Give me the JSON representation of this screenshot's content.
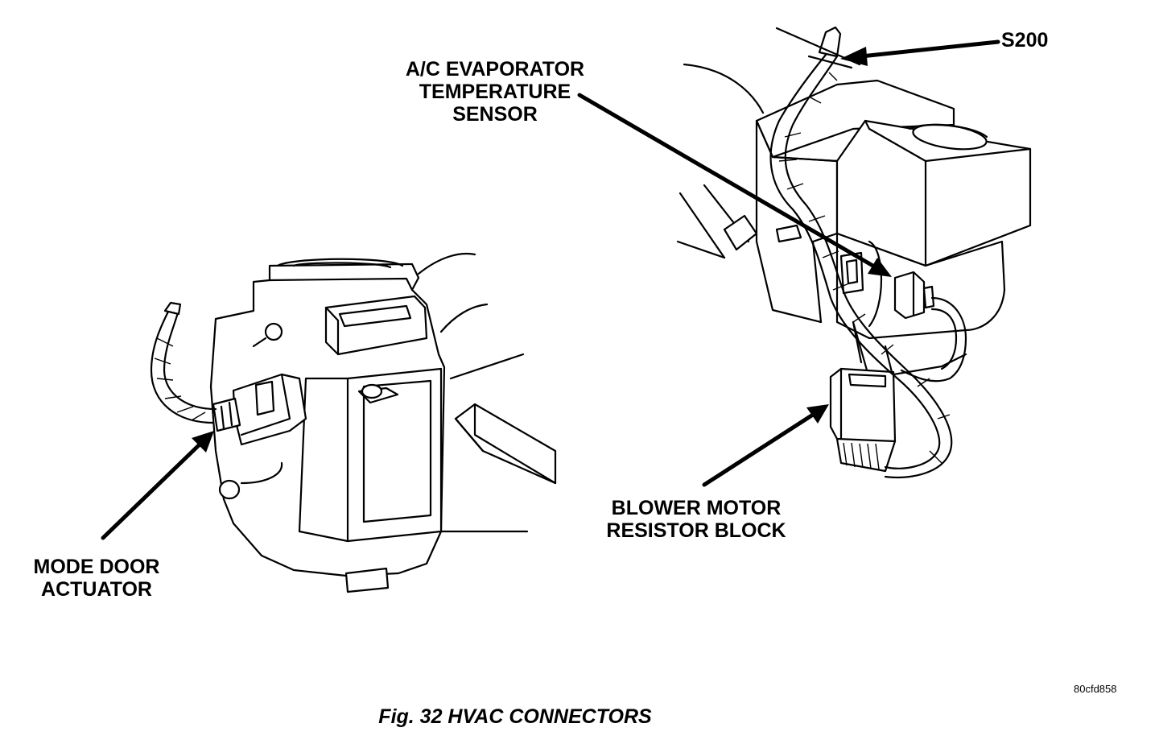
{
  "labels": {
    "s200": "S200",
    "evap_sensor": [
      "A/C EVAPORATOR",
      "TEMPERATURE",
      "SENSOR"
    ],
    "blower_resistor": [
      "BLOWER MOTOR",
      "RESISTOR BLOCK"
    ],
    "mode_door": [
      "MODE DOOR",
      "ACTUATOR"
    ]
  },
  "ref_code": "80cfd858",
  "caption": "Fig. 32 HVAC CONNECTORS"
}
